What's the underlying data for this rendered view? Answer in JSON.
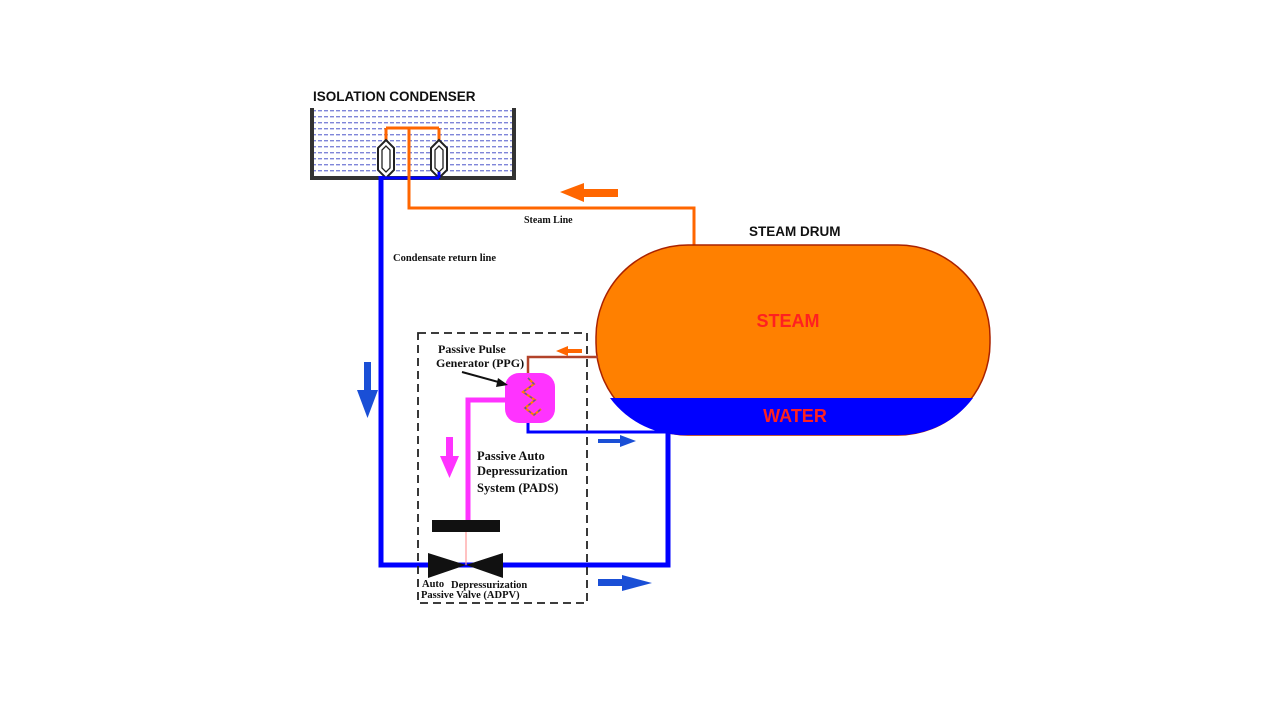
{
  "labels": {
    "isolation_condenser": "ISOLATION CONDENSER",
    "steam_drum": "STEAM DRUM",
    "steam": "STEAM",
    "water": "WATER",
    "steam_line": "Steam Line",
    "condensate_return_line": "Condensate return line",
    "ppg_line1": "Passive Pulse",
    "ppg_line2": "Generator (PPG)",
    "pads_line1": "Passive Auto",
    "pads_line2": "Depressurization",
    "pads_line3": "System (PADS)",
    "adpv_auto": "Auto",
    "adpv_depressurization": "Depressurization",
    "adpv_line2": "Passive Valve (ADPV)"
  },
  "colors": {
    "steam": "#ff8000",
    "steam_line": "#ff6600",
    "water": "#0000ff",
    "pads_line": "#ff33ff",
    "ppg_fill": "#ff33ff",
    "drum_outline": "#aa2200",
    "label_red": "#ff2020",
    "pool_water": "#d9dcf3",
    "arrow_blue": "#1a4fd6"
  },
  "icons": {
    "flow_arrow": "arrow-icon",
    "valve": "bowtie-valve-icon",
    "condenser_tube": "condenser-tube-icon"
  }
}
